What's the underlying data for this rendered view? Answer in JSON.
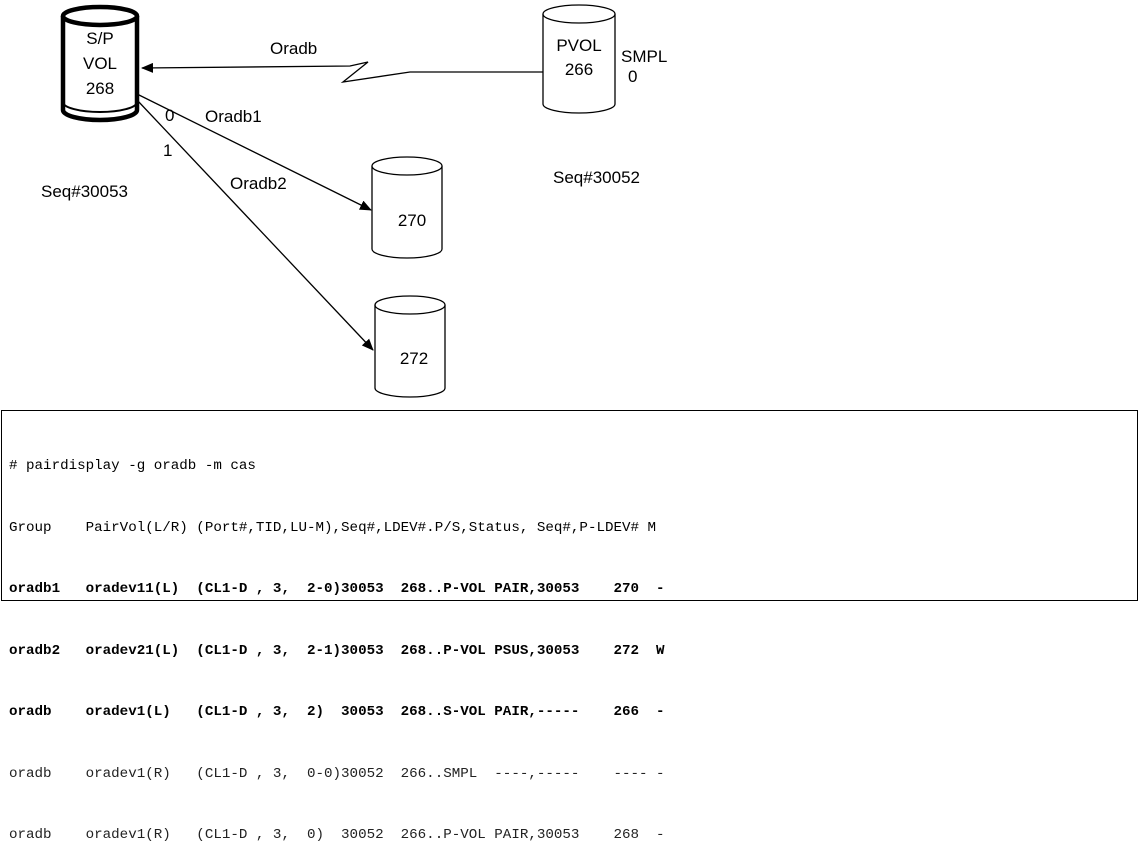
{
  "diagram": {
    "volumes": [
      {
        "id": "svol",
        "lines": [
          "S/P",
          "VOL",
          "268"
        ]
      },
      {
        "id": "pvol",
        "lines": [
          "PVOL",
          "266"
        ]
      },
      {
        "id": "vol270",
        "lines": [
          "270"
        ]
      },
      {
        "id": "vol272",
        "lines": [
          "272"
        ]
      }
    ],
    "labels": {
      "oradb": "Oradb",
      "oradb1": "Oradb1",
      "oradb2": "Oradb2",
      "smpl": "SMPL",
      "smpl_num": "0",
      "mu0": "0",
      "mu1": "1",
      "seq_left": "Seq#30053",
      "seq_right": "Seq#30052"
    }
  },
  "terminal": {
    "lines": [
      {
        "text": "# pairdisplay -g oradb -m cas",
        "style": "normal"
      },
      {
        "text": "Group    PairVol(L/R) (Port#,TID,LU-M),Seq#,LDEV#.P/S,Status, Seq#,P-LDEV# M",
        "style": "normal"
      },
      {
        "text": "oradb1   oradev11(L)  (CL1-D , 3,  2-0)30053  268..P-VOL PAIR,30053    270  -",
        "style": "bold"
      },
      {
        "text": "oradb2   oradev21(L)  (CL1-D , 3,  2-1)30053  268..P-VOL PSUS,30053    272  W",
        "style": "bold"
      },
      {
        "text": "oradb    oradev1(L)   (CL1-D , 3,  2)  30053  268..S-VOL PAIR,-----    266  -",
        "style": "bold"
      },
      {
        "text": "oradb    oradev1(R)   (CL1-D , 3,  0-0)30052  266..SMPL  ----,-----    ---- -",
        "style": "normal"
      },
      {
        "text": "oradb    oradev1(R)   (CL1-D , 3,  0)  30052  266..P-VOL PAIR,30053    268  -",
        "style": "normal"
      }
    ]
  }
}
